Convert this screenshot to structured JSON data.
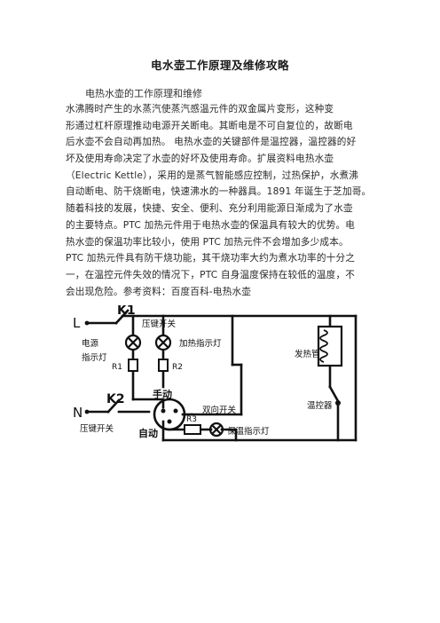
{
  "document": {
    "title": "电水壶工作原理及维修攻略",
    "subheading": "电热水壶的工作原理和维修",
    "paragraph_lines": [
      "水沸腾时产生的水蒸汽使蒸汽感温元件的双金属片变形，这种变",
      "形通过杠杆原理推动电源开关断电。其断电是不可自复位的，故断电",
      "后水壶不会自动再加热。 电热水壶的关键部件是温控器，温控器的好",
      "坏及使用寿命决定了水壶的好坏及使用寿命。扩展资料电热水壶",
      "（Electric Kettle），采用的是蒸气智能感应控制，过热保护，水煮沸",
      "自动断电、防干烧断电，快速沸水的一种器具。1891 年诞生于芝加哥。",
      "随着科技的发展，快捷、安全、便利、充分利用能源日渐成为了水壶",
      "的主要特点。PTC 加热元件用于电热水壶的保温具有较大的优势。电",
      "热水壶的保温功率比较小，使用 PTC 加热元件不会增加多少成本。",
      "PTC 加热元件具有防干烧功能，其干烧功率大约为煮水功率的十分之",
      "一，在温控元件失效的情况下，PTC 自身温度保持在较低的温度，不",
      "会出现危险。参考资料：百度百科-电热水壶"
    ]
  },
  "diagram": {
    "labels": {
      "L": "L",
      "N": "N",
      "K1": "K1",
      "K2": "K2",
      "press_switch_top": "压键开关",
      "power": "电源",
      "indicator": "指示灯",
      "R1": "R1",
      "R2": "R2",
      "R3": "R3",
      "heating_indicator": "加热指示灯",
      "manual": "手动",
      "auto": "自动",
      "two_way_switch": "双向开关",
      "press_switch_bottom": "压键开关",
      "keep_warm_indicator": "保温指示灯",
      "heating_tube": "发热管",
      "temp_controller": "温控器"
    }
  }
}
